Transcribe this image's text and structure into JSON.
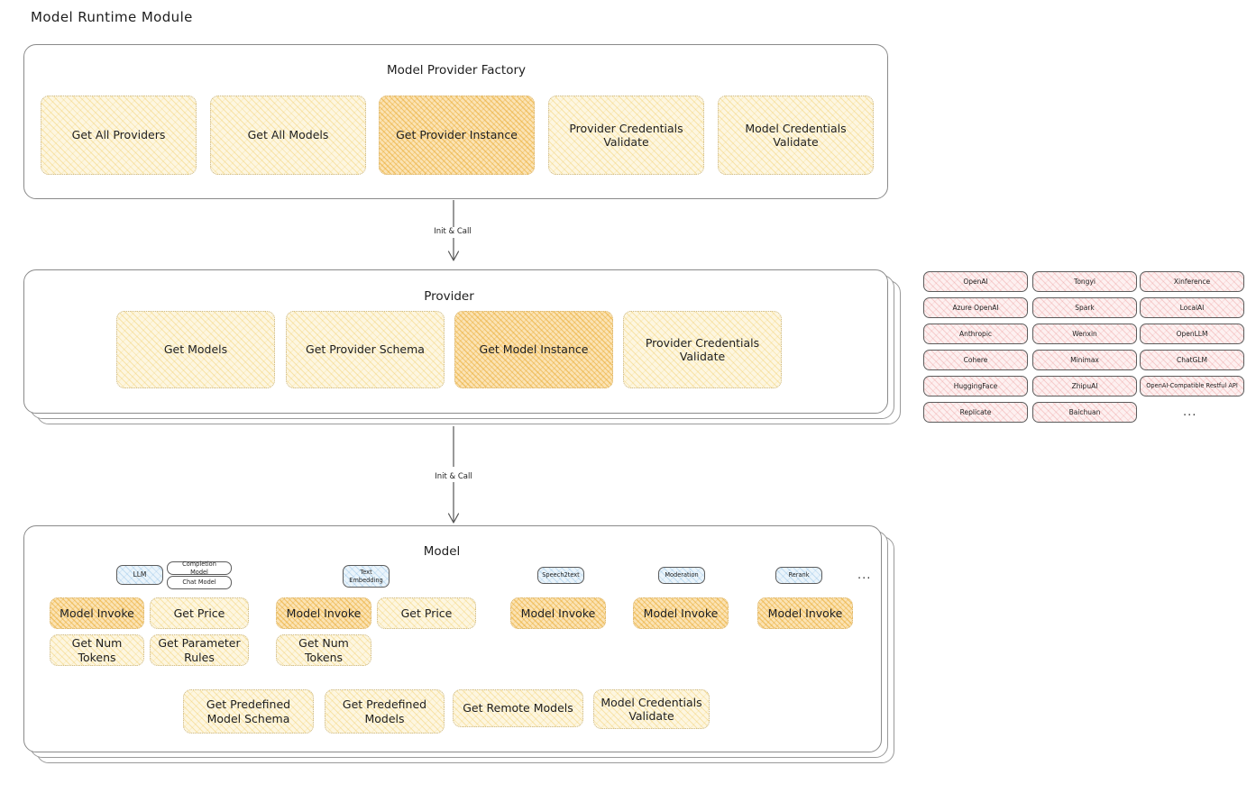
{
  "page": {
    "title": "Model Runtime Module"
  },
  "factory": {
    "title": "Model Provider Factory",
    "nodes": [
      {
        "label": "Get All Providers",
        "highlight": false
      },
      {
        "label": "Get All Models",
        "highlight": false
      },
      {
        "label": "Get Provider Instance",
        "highlight": true
      },
      {
        "label": "Provider Credentials Validate",
        "highlight": false
      },
      {
        "label": "Model Credentials Validate",
        "highlight": false
      }
    ]
  },
  "arrows": [
    {
      "label": "Init & Call"
    },
    {
      "label": "Init & Call"
    }
  ],
  "provider": {
    "title": "Provider",
    "nodes": [
      {
        "label": "Get Models",
        "highlight": false
      },
      {
        "label": "Get Provider Schema",
        "highlight": false
      },
      {
        "label": "Get Model Instance",
        "highlight": true
      },
      {
        "label": "Provider Credentials Validate",
        "highlight": false
      }
    ]
  },
  "provider_list": {
    "columns": [
      [
        "OpenAI",
        "Azure OpenAI",
        "Anthropic",
        "Cohere",
        "HuggingFace",
        "Replicate"
      ],
      [
        "Tongyi",
        "Spark",
        "Wenxin",
        "Minimax",
        "ZhipuAI",
        "Baichuan"
      ],
      [
        "Xinference",
        "LocalAI",
        "OpenLLM",
        "ChatGLM",
        "OpenAI-Compatible Restful API"
      ]
    ],
    "more": "..."
  },
  "model": {
    "title": "Model",
    "more": "...",
    "groups": [
      {
        "type_label": "LLM",
        "type_style": "blue",
        "sub_labels": [
          "Completion Model",
          "Chat Model"
        ],
        "nodes": [
          {
            "label": "Model Invoke",
            "highlight": true
          },
          {
            "label": "Get Price",
            "highlight": false
          },
          {
            "label": "Get Num Tokens",
            "highlight": false
          },
          {
            "label": "Get Parameter Rules",
            "highlight": false
          }
        ]
      },
      {
        "type_label": "Text Embedding",
        "type_style": "blue",
        "sub_labels": [],
        "nodes": [
          {
            "label": "Model Invoke",
            "highlight": true
          },
          {
            "label": "Get Price",
            "highlight": false
          },
          {
            "label": "Get Num Tokens",
            "highlight": false
          }
        ]
      },
      {
        "type_label": "Speech2text",
        "type_style": "blue",
        "sub_labels": [],
        "nodes": [
          {
            "label": "Model Invoke",
            "highlight": true
          }
        ]
      },
      {
        "type_label": "Moderation",
        "type_style": "blue",
        "sub_labels": [],
        "nodes": [
          {
            "label": "Model Invoke",
            "highlight": true
          }
        ]
      },
      {
        "type_label": "Rerank",
        "type_style": "blue",
        "sub_labels": [],
        "nodes": [
          {
            "label": "Model Invoke",
            "highlight": true
          }
        ]
      }
    ],
    "common_nodes": [
      "Get Predefined Model Schema",
      "Get Predefined Models",
      "Get Remote Models",
      "Model Credentials Validate"
    ]
  },
  "colors": {
    "highlight_fill": "#fbe3b4",
    "normal_fill": "#fdf6e0",
    "provider_fill": "#fdf0f0",
    "type_fill": "#eaf4fb",
    "stroke": "#8a8a8a",
    "text": "#1e1e1e"
  }
}
